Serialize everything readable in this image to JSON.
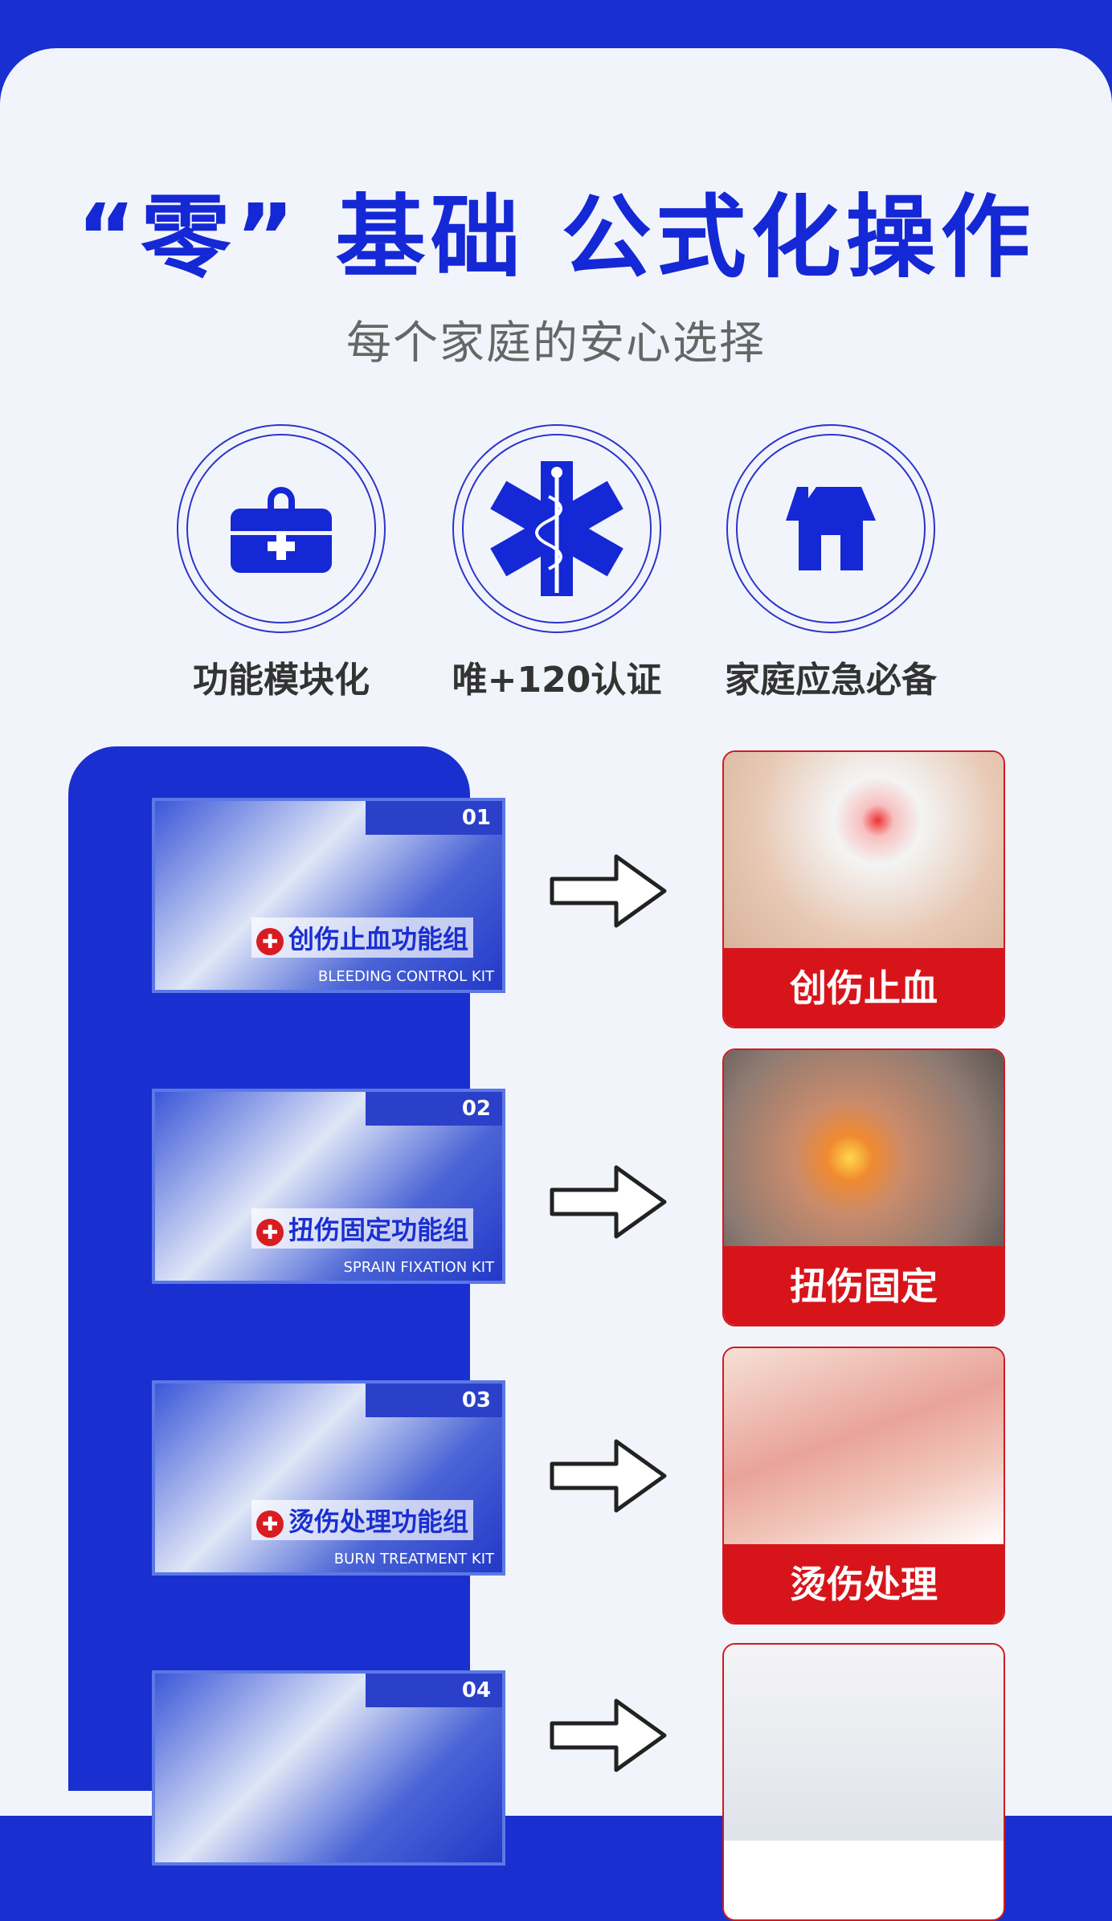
{
  "header": {
    "title": "“零” 基础  公式化操作",
    "subtitle": "每个家庭的安心选择"
  },
  "features": [
    {
      "icon": "first-aid-kit-icon",
      "label": "功能模块化"
    },
    {
      "icon": "star-of-life-icon",
      "label": "唯+120认证"
    },
    {
      "icon": "house-icon",
      "label": "家庭应急必备"
    }
  ],
  "kits": [
    {
      "num": "01",
      "cn": "创伤止血功能组",
      "en": "BLEEDING CONTROL KIT",
      "result": "创伤止血"
    },
    {
      "num": "02",
      "cn": "扭伤固定功能组",
      "en": "SPRAIN FIXATION KIT",
      "result": "扭伤固定"
    },
    {
      "num": "03",
      "cn": "烫伤处理功能组",
      "en": "BURN TREATMENT KIT",
      "result": "烫伤处理"
    },
    {
      "num": "04"
    }
  ],
  "colors": {
    "brand": "#1a2fd0",
    "red": "#d8141b"
  }
}
